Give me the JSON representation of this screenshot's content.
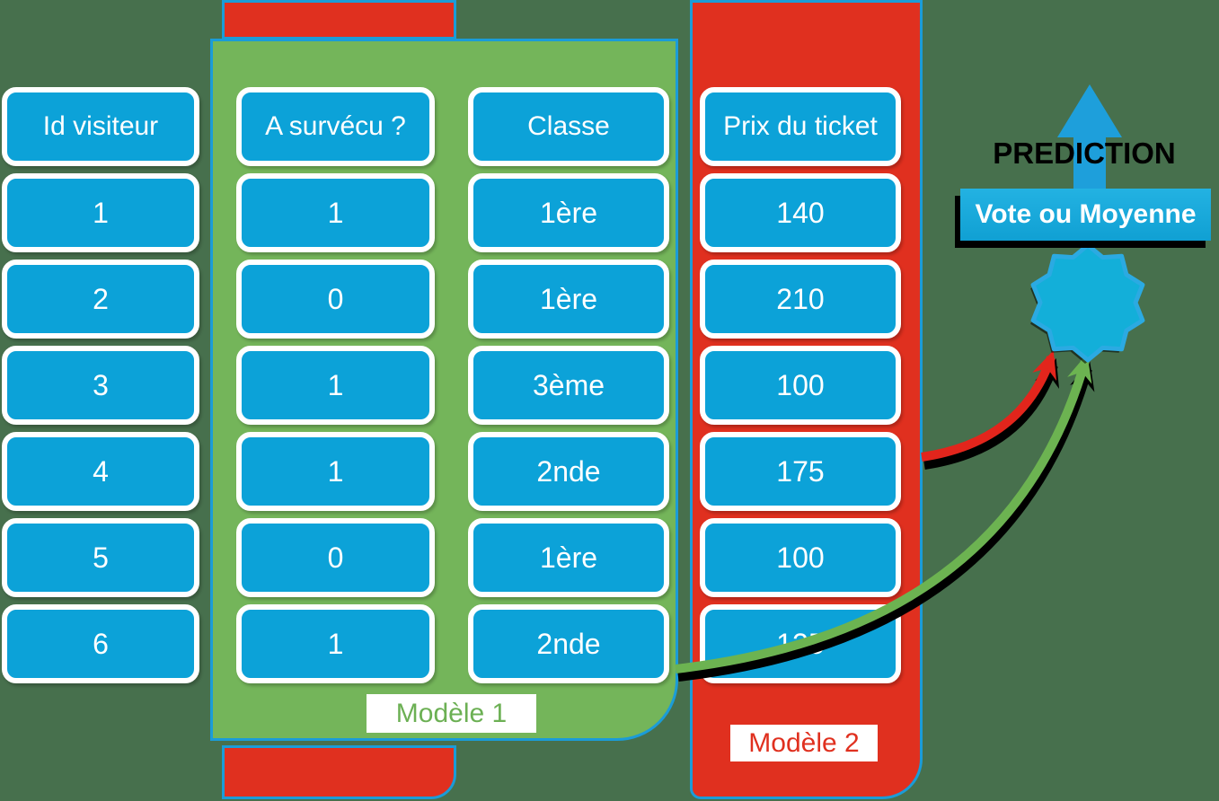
{
  "table": {
    "columns": [
      {
        "id": "id_visiteur",
        "header": "Id visiteur",
        "values": [
          "1",
          "2",
          "3",
          "4",
          "5",
          "6"
        ]
      },
      {
        "id": "a_survecu",
        "header": "A survécu ?",
        "values": [
          "1",
          "0",
          "1",
          "1",
          "0",
          "1"
        ]
      },
      {
        "id": "classe",
        "header": "Classe",
        "values": [
          "1ère",
          "1ère",
          "3ème",
          "2nde",
          "1ère",
          "2nde"
        ]
      },
      {
        "id": "prix_ticket",
        "header": "Prix du ticket",
        "values": [
          "140",
          "210",
          "100",
          "175",
          "100",
          "135"
        ]
      }
    ]
  },
  "models": {
    "model1_label": "Modèle 1",
    "model2_label": "Modèle 2"
  },
  "prediction": {
    "title": "PREDICTION",
    "aggregator_label": "Vote ou Moyenne"
  },
  "icons": {
    "up_arrow": "up-arrow-icon",
    "star_seal": "prediction-star-icon",
    "red_curved_arrow": "model2-to-prediction-arrow",
    "green_curved_arrow": "model1-to-prediction-arrow"
  },
  "colors": {
    "background": "#47704D",
    "cell_blue": "#0CA2D8",
    "panel_green": "#74B55A",
    "panel_red": "#E0301F",
    "panel_border_blue": "#1B9CD8",
    "star_fill": "#13AFD9",
    "star_stroke": "#2BAAE2",
    "arrow_red": "#E2251C",
    "arrow_green": "#6CB351",
    "up_arrow_blue": "#1E9FDB",
    "model1_text": "#6CB054",
    "model2_text": "#E0301F",
    "prediction_text": "#000000"
  }
}
